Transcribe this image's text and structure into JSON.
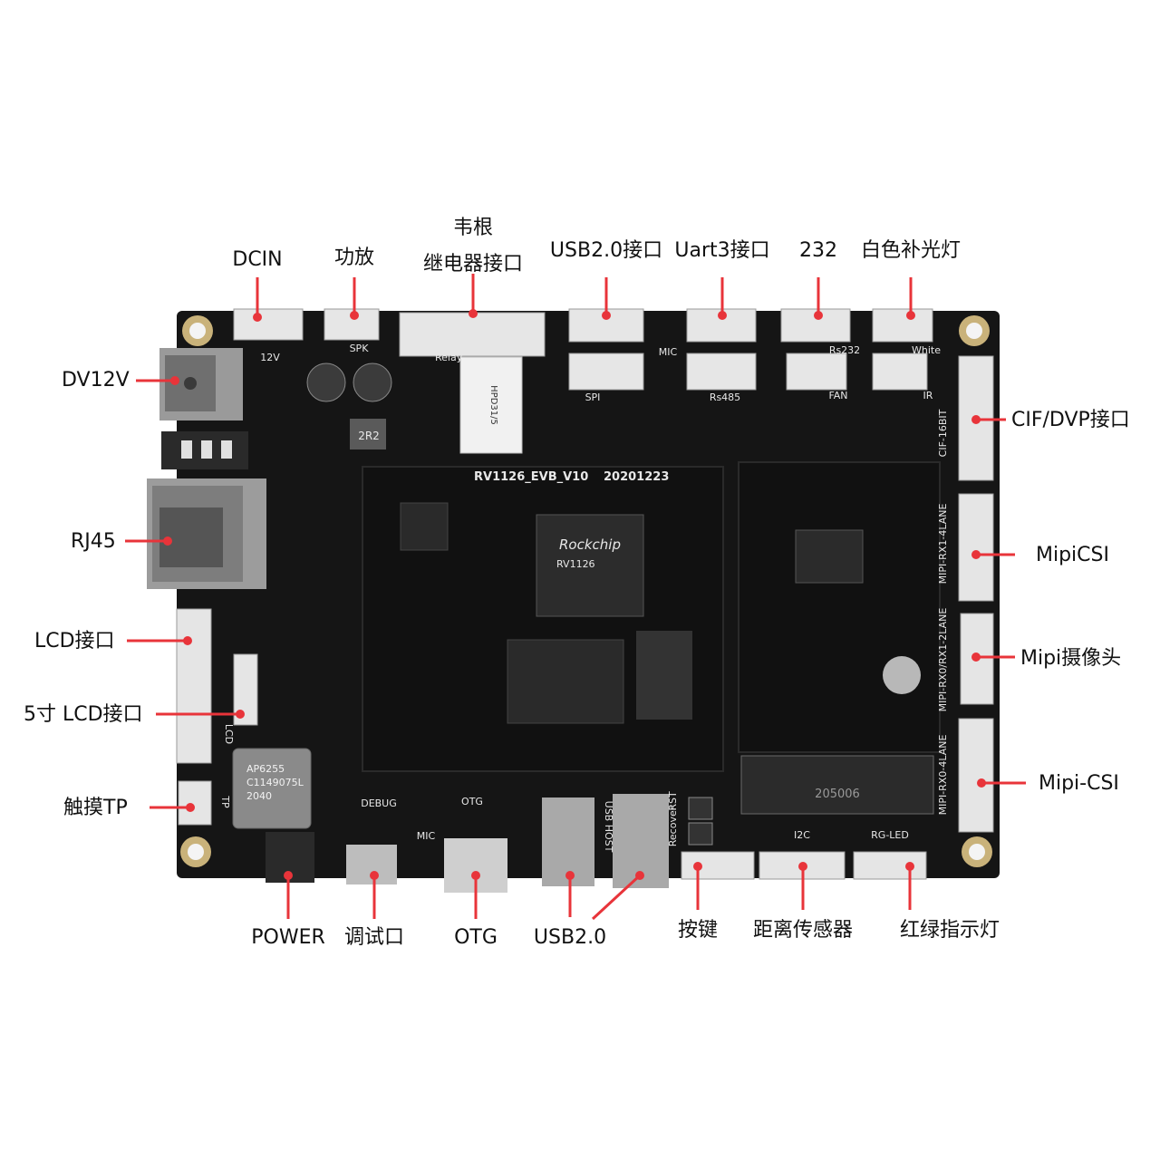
{
  "board": {
    "model": "RV1126_EVB_V10",
    "date": "20201223",
    "soc_brand": "Rockchip",
    "soc_part": "RV1126",
    "wifi_module": [
      "AP6255",
      "C1149075L",
      "2040"
    ],
    "relay_label": "Relay",
    "relay_part": "HPD31/5",
    "inductor": "2R2",
    "m2_text": "205006",
    "colors": {
      "pcb": "#151515",
      "pad": "#cfcfcf",
      "connector": "#e6e6e6",
      "callout": "#e8343a",
      "silk": "#e8e8e8"
    }
  },
  "silkscreen": {
    "p12v": "12V",
    "spk": "SPK",
    "mic_top": "MIC",
    "spi": "SPI",
    "rs485": "Rs485",
    "rs232": "Rs232",
    "fan": "FAN",
    "white": "White",
    "ir": "IR",
    "cif": "CIF-16BIT",
    "mipi_rx1_4": "MIPI-RX1-4LANE",
    "mipi_rx0_rx1_2": "MIPI-RX0/RX1-2LANE",
    "mipi_rx0_4": "MIPI-RX0-4LANE",
    "lcd": "LCD",
    "tp": "TP",
    "debug": "DEBUG",
    "otg": "OTG",
    "mic_bottom": "MIC",
    "usb_host": "USB HOST",
    "recover": "Recover",
    "rst": "RST",
    "i2c": "I2C",
    "rg_led": "RG-LED"
  },
  "callouts": {
    "dcin": "DCIN",
    "amp": "功放",
    "relay": "韦根\n继电器接口",
    "usb20_port": "USB2.0接口",
    "uart3": "Uart3接口",
    "rs232": "232",
    "white_light": "白色补光灯",
    "dv12v": "DV12V",
    "cif_dvp": "CIF/DVP接口",
    "rj45": "RJ45",
    "mipicsi": "MipiCSI",
    "lcd": "LCD接口",
    "mipi_camera": "Mipi摄像头",
    "lcd5": "5寸 LCD接口",
    "mipi_csi": "Mipi-CSI",
    "touch_tp": "触摸TP",
    "power": "POWER",
    "debug_port": "调试口",
    "otg": "OTG",
    "usb20": "USB2.0",
    "button": "按键",
    "distance": "距离传感器",
    "rg_led": "红绿指示灯"
  }
}
